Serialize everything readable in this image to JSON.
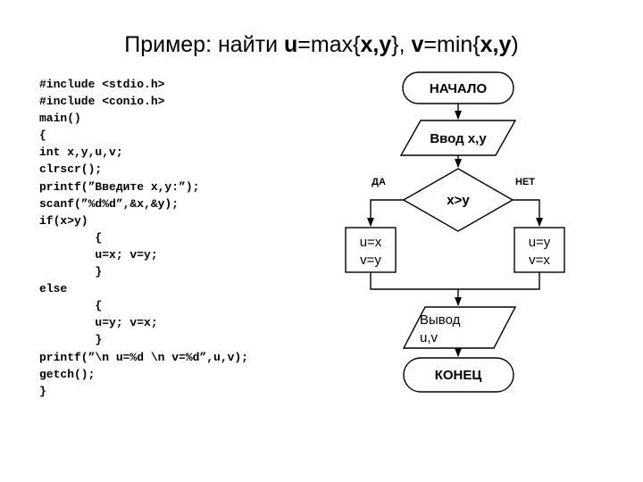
{
  "title": {
    "prefix": "Пример: найти ",
    "var1": "u",
    "mid1": "=max{",
    "args1": "x,y",
    "mid2": "}, ",
    "var2": "v",
    "mid3": "=min{",
    "args2": "x,y",
    "suffix": ")"
  },
  "code": [
    "#include <stdio.h>",
    "#include <conio.h>",
    "main()",
    "{",
    "int x,y,u,v;",
    "clrscr();",
    "printf(”Введите x,y:”);",
    "scanf(”%d%d”,&x,&y);",
    "if(x>y)",
    "        {",
    "        u=x; v=y;",
    "        }",
    "else",
    "        {",
    "        u=y; v=x;",
    "        }",
    "printf(”\\n u=%d \\n v=%d”,u,v);",
    "getch();",
    "}"
  ],
  "flowchart": {
    "start": "НАЧАЛО",
    "input": "Ввод x,y",
    "condition": "x>y",
    "yes_label": "ДА",
    "no_label": "НЕТ",
    "yes_branch": [
      "u=x",
      "v=y"
    ],
    "no_branch": [
      "u=y",
      "v=x"
    ],
    "output": [
      "Вывод",
      "u,v"
    ],
    "end": "КОНЕЦ"
  }
}
